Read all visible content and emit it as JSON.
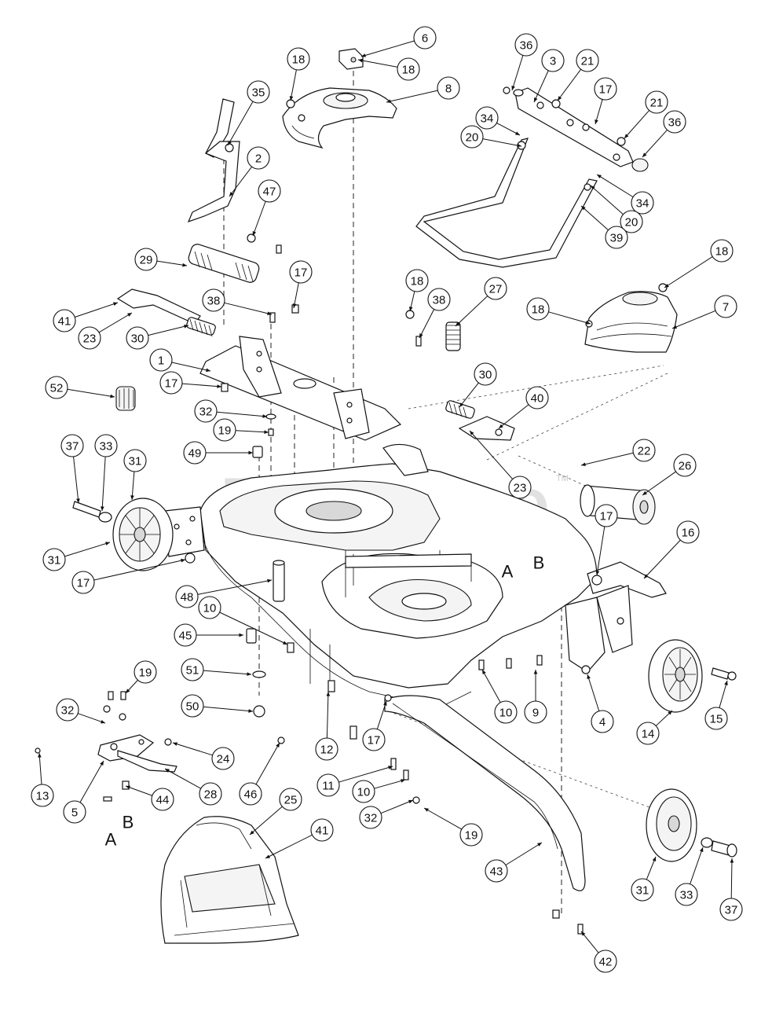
{
  "watermark": {
    "text": "PartsTree",
    "tm": "TM"
  },
  "reference_letters": [
    "A",
    "B",
    "A",
    "B"
  ],
  "callouts": [
    "6",
    "18",
    "8",
    "18",
    "36",
    "3",
    "21",
    "17",
    "21",
    "36",
    "34",
    "20",
    "34",
    "20",
    "39",
    "35",
    "2",
    "47",
    "29",
    "17",
    "38",
    "18",
    "38",
    "27",
    "18",
    "18",
    "7",
    "41",
    "23",
    "30",
    "1",
    "17",
    "52",
    "32",
    "19",
    "30",
    "40",
    "23",
    "22",
    "26",
    "49",
    "37",
    "33",
    "31",
    "31",
    "17",
    "48",
    "17",
    "16",
    "10",
    "45",
    "51",
    "50",
    "12",
    "10",
    "9",
    "4",
    "14",
    "15",
    "19",
    "32",
    "24",
    "13",
    "5",
    "44",
    "28",
    "46",
    "11",
    "17",
    "10",
    "32",
    "19",
    "25",
    "41",
    "43",
    "31",
    "33",
    "37",
    "42"
  ]
}
